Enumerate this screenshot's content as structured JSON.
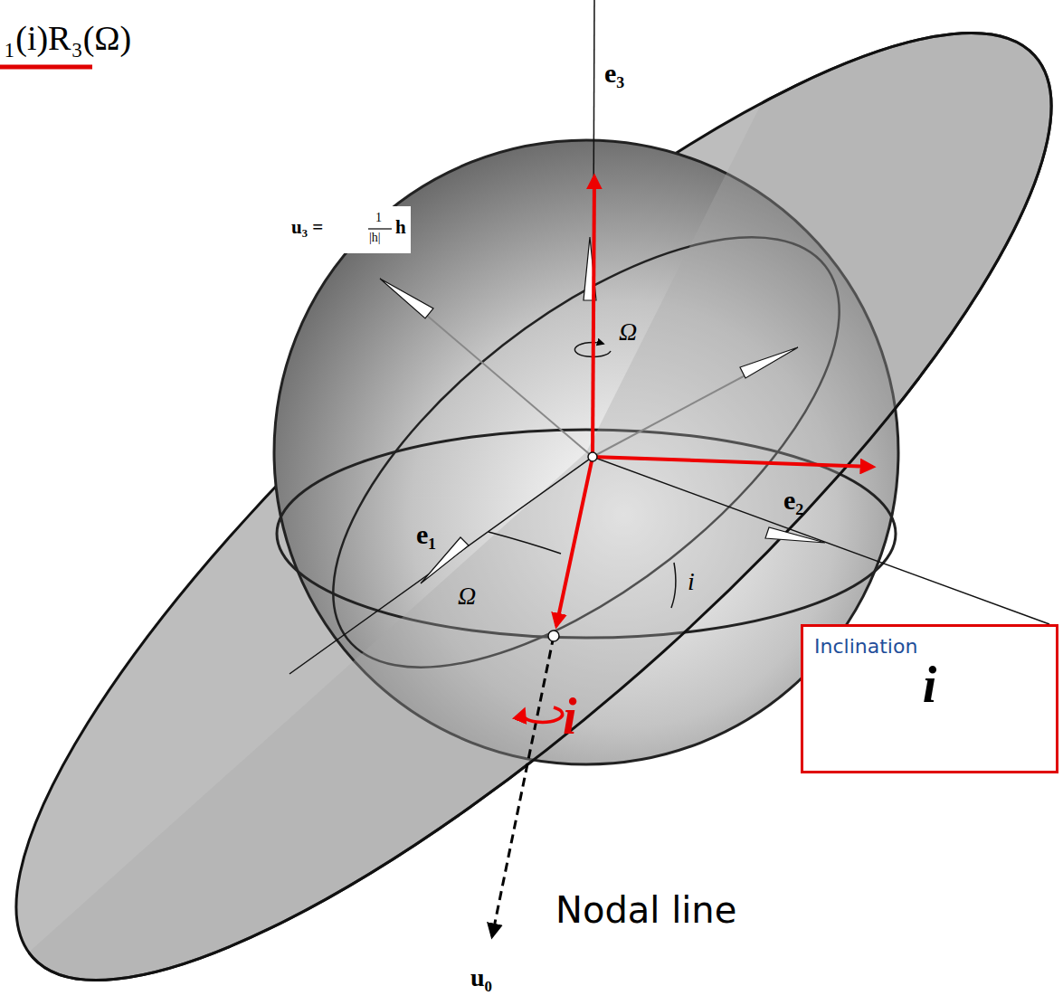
{
  "diagram": {
    "nodes": [
      {
        "text": [
          "Inclination",
          "i"
        ]
      }
    ],
    "labels": [
      "₁(i)R₃(Ω)",
      "e₃",
      "u₃ =",
      "1",
      "|h|",
      "h",
      "Ω",
      "e₁",
      "Ω",
      "i",
      "e₂",
      "i",
      "Nodal line",
      "u₀"
    ]
  }
}
